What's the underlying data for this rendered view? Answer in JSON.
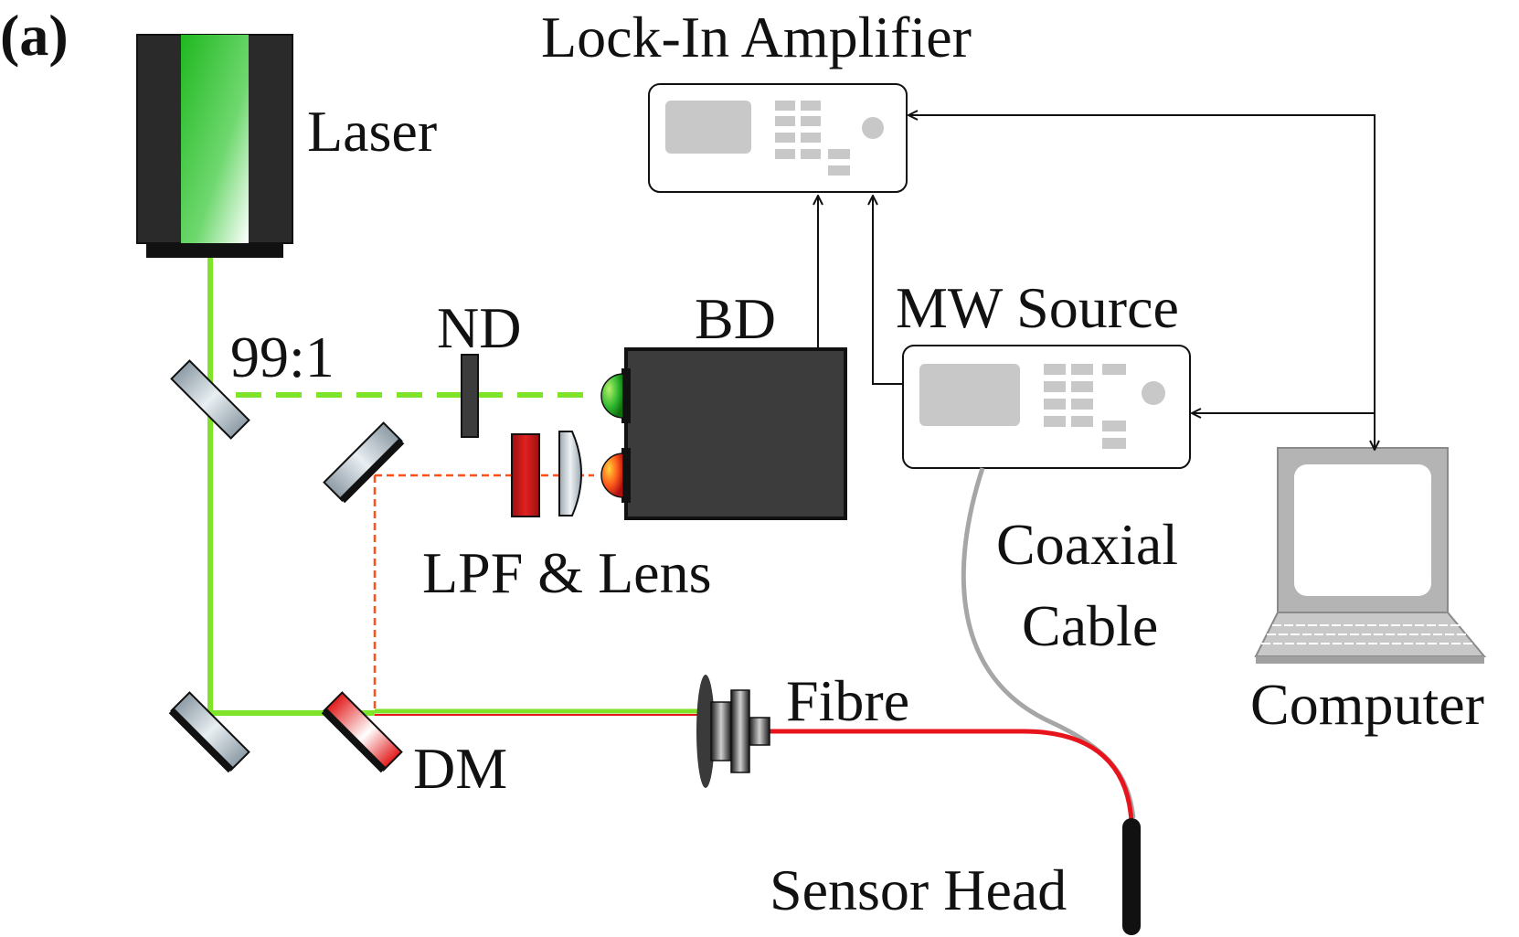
{
  "figure": {
    "panel_label": "(a)"
  },
  "labels": {
    "lock_in_amplifier": "Lock-In Amplifier",
    "laser": "Laser",
    "split_ratio": "99:1",
    "nd": "ND",
    "bd": "BD",
    "mw_source": "MW Source",
    "lpf_lens": "LPF & Lens",
    "coaxial_line1": "Coaxial",
    "coaxial_line2": "Cable",
    "computer": "Computer",
    "fibre": "Fibre",
    "dm": "DM",
    "sensor_head": "Sensor Head"
  },
  "colors": {
    "laser_beam": "#7fe32a",
    "fluorescence_beam": "#ff4f1a",
    "fibre": "#e8141c",
    "coax": "#a6a6a6",
    "detector_body": "#3c3c3c",
    "instrument_panel": "#c8c8c8",
    "computer_body": "#b4b4b4"
  }
}
